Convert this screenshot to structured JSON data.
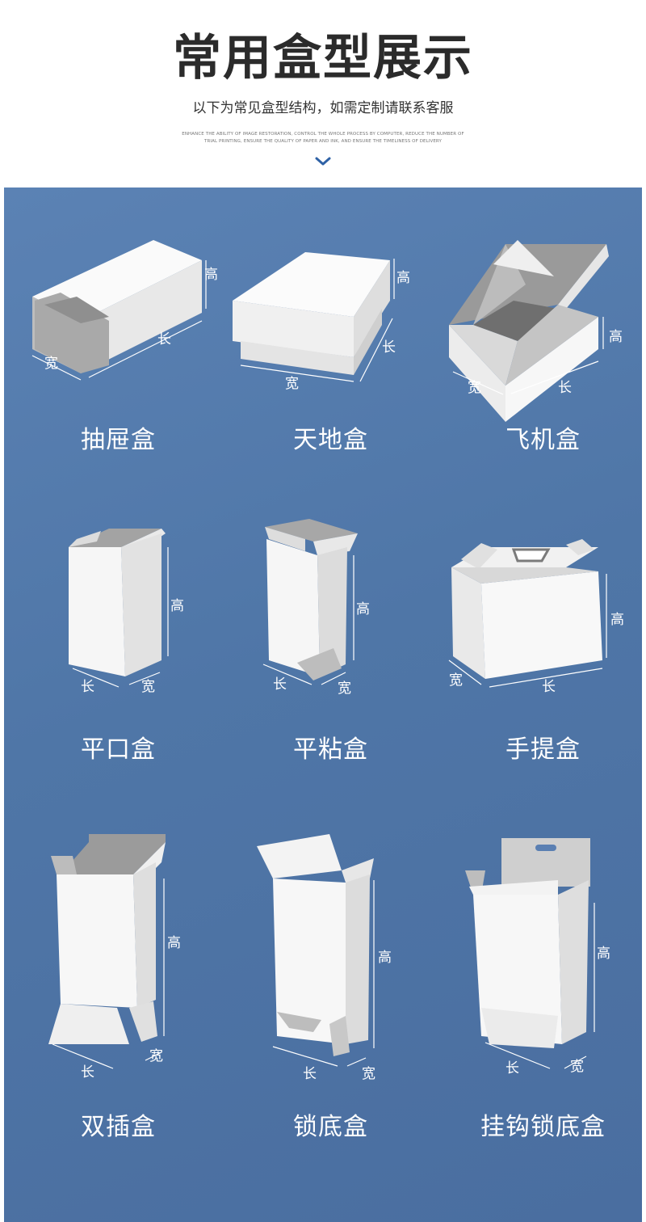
{
  "header": {
    "title": "常用盒型展示",
    "subtitle": "以下为常见盒型结构，如需定制请联系客服",
    "fine_line1": "ENHANCE THE ABILITY OF IMAGE RESTORATION, CONTROL THE WHOLE PROCESS BY COMPUTER, REDUCE THE NUMBER OF",
    "fine_line2": "TRIAL PRINTING, ENSURE THE QUALITY OF PAPER AND INK, AND ENSURE THE TIMELINESS OF DELIVERY",
    "arrow_icon": "chevron-down-icon"
  },
  "colors": {
    "panel": "#5478aa",
    "box_face": "#f4f4f4",
    "box_shade": "#d6d6d6",
    "box_inner": "#8a8a8a",
    "title": "#2b2b2b",
    "chevron": "#2f62a6"
  },
  "dimension_words": {
    "length": "长",
    "width": "宽",
    "height": "高"
  },
  "boxes": [
    {
      "name": "抽屉盒"
    },
    {
      "name": "天地盒"
    },
    {
      "name": "飞机盒"
    },
    {
      "name": "平口盒"
    },
    {
      "name": "平粘盒"
    },
    {
      "name": "手提盒"
    },
    {
      "name": "双插盒"
    },
    {
      "name": "锁底盒"
    },
    {
      "name": "挂钩锁底盒"
    }
  ]
}
